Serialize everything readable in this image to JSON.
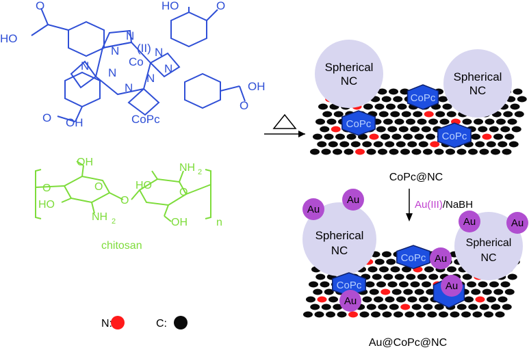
{
  "colors": {
    "copc": "#2f4fd6",
    "chitosan": "#7ddc3a",
    "au_text": "#c040d0",
    "au_bead": "#b04ed0",
    "nitrogen": "#ff1a1a",
    "carbon": "#0a0a0a",
    "sphere": "#d8d6f0",
    "hex": "#1d4fe0"
  },
  "labels": {
    "copc_name": "CoPc",
    "copc_cooh": "HO",
    "copc_cooh2": "OH",
    "copc_o": "O",
    "copc_co": "Co",
    "copc_ii": "(II)",
    "copc_n": "N",
    "chitosan_name": "chitosan",
    "chitosan_oh": "OH",
    "chitosan_ho": "HO",
    "chitosan_o": "O",
    "chitosan_nh2": "NH",
    "chitosan_sub2": "2",
    "chitosan_n": "n",
    "heat_symbol": "Δ",
    "copc_nc": "CoPc@NC",
    "reagent_au": "Au(III)",
    "reagent_rest": "/NaBH",
    "product": "Au@CoPc@NC",
    "spherical": "Spherical",
    "nc": "NC",
    "hex_label": "CoPc",
    "au": "Au",
    "legend_n": "N:",
    "legend_c": "C:"
  }
}
